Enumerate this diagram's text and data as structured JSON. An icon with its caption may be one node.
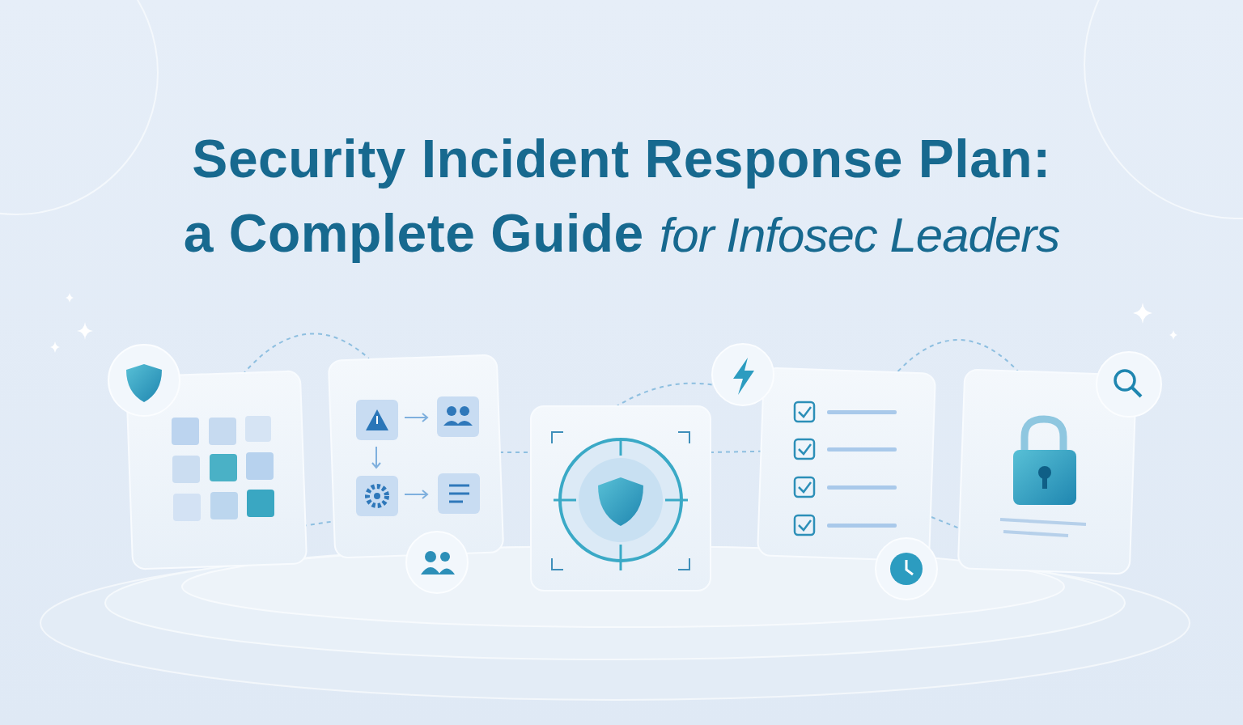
{
  "diagram": {
    "title": "Security Incident Response Plan: a Complete Guide *for Infosec Leaders*",
    "nodes": [
      {
        "text": [],
        "shape": "circle"
      },
      {
        "text": [],
        "shape": "box"
      },
      {
        "text": [],
        "shape": "box"
      },
      {
        "text": [],
        "shape": "circle"
      },
      {
        "text": [],
        "shape": "box"
      },
      {
        "text": [],
        "shape": "circle"
      },
      {
        "text": [],
        "shape": "box"
      },
      {
        "text": [],
        "shape": "circle"
      },
      {
        "text": [],
        "shape": "box"
      },
      {
        "text": [],
        "shape": "circle"
      }
    ],
    "edges": [
      {
        "from": 1,
        "to": 2,
        "arrow": "none",
        "style": "dashed"
      },
      {
        "from": 1,
        "to": 2,
        "arrow": "none",
        "style": "dashed"
      },
      {
        "from": 2,
        "to": 4,
        "arrow": "none",
        "style": "dashed"
      },
      {
        "from": 4,
        "to": 5,
        "arrow": "none",
        "style": "dashed"
      },
      {
        "from": 4,
        "to": 6,
        "arrow": "none",
        "style": "dashed"
      },
      {
        "from": 6,
        "to": 8,
        "arrow": "none",
        "style": "dashed"
      },
      {
        "from": 6,
        "to": 8,
        "arrow": "none",
        "style": "dashed"
      }
    ]
  }
}
